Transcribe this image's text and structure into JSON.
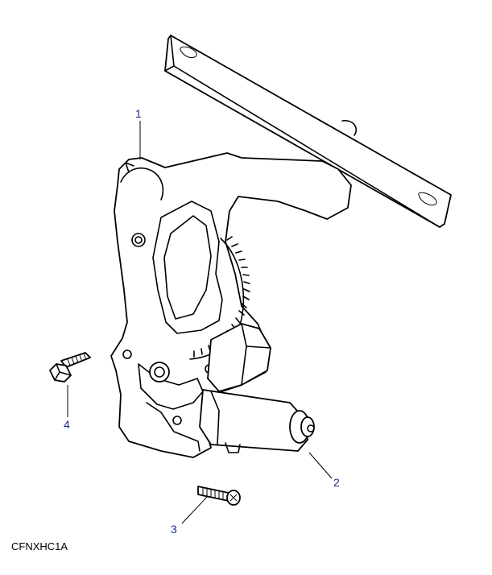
{
  "figure_code": "CFNXHC1A",
  "callouts": [
    {
      "id": "1",
      "label": "1"
    },
    {
      "id": "2",
      "label": "2"
    },
    {
      "id": "3",
      "label": "3"
    },
    {
      "id": "4",
      "label": "4"
    }
  ],
  "colors": {
    "line": "#000000",
    "callout_text": "#1a2a8c",
    "background": "#ffffff"
  }
}
